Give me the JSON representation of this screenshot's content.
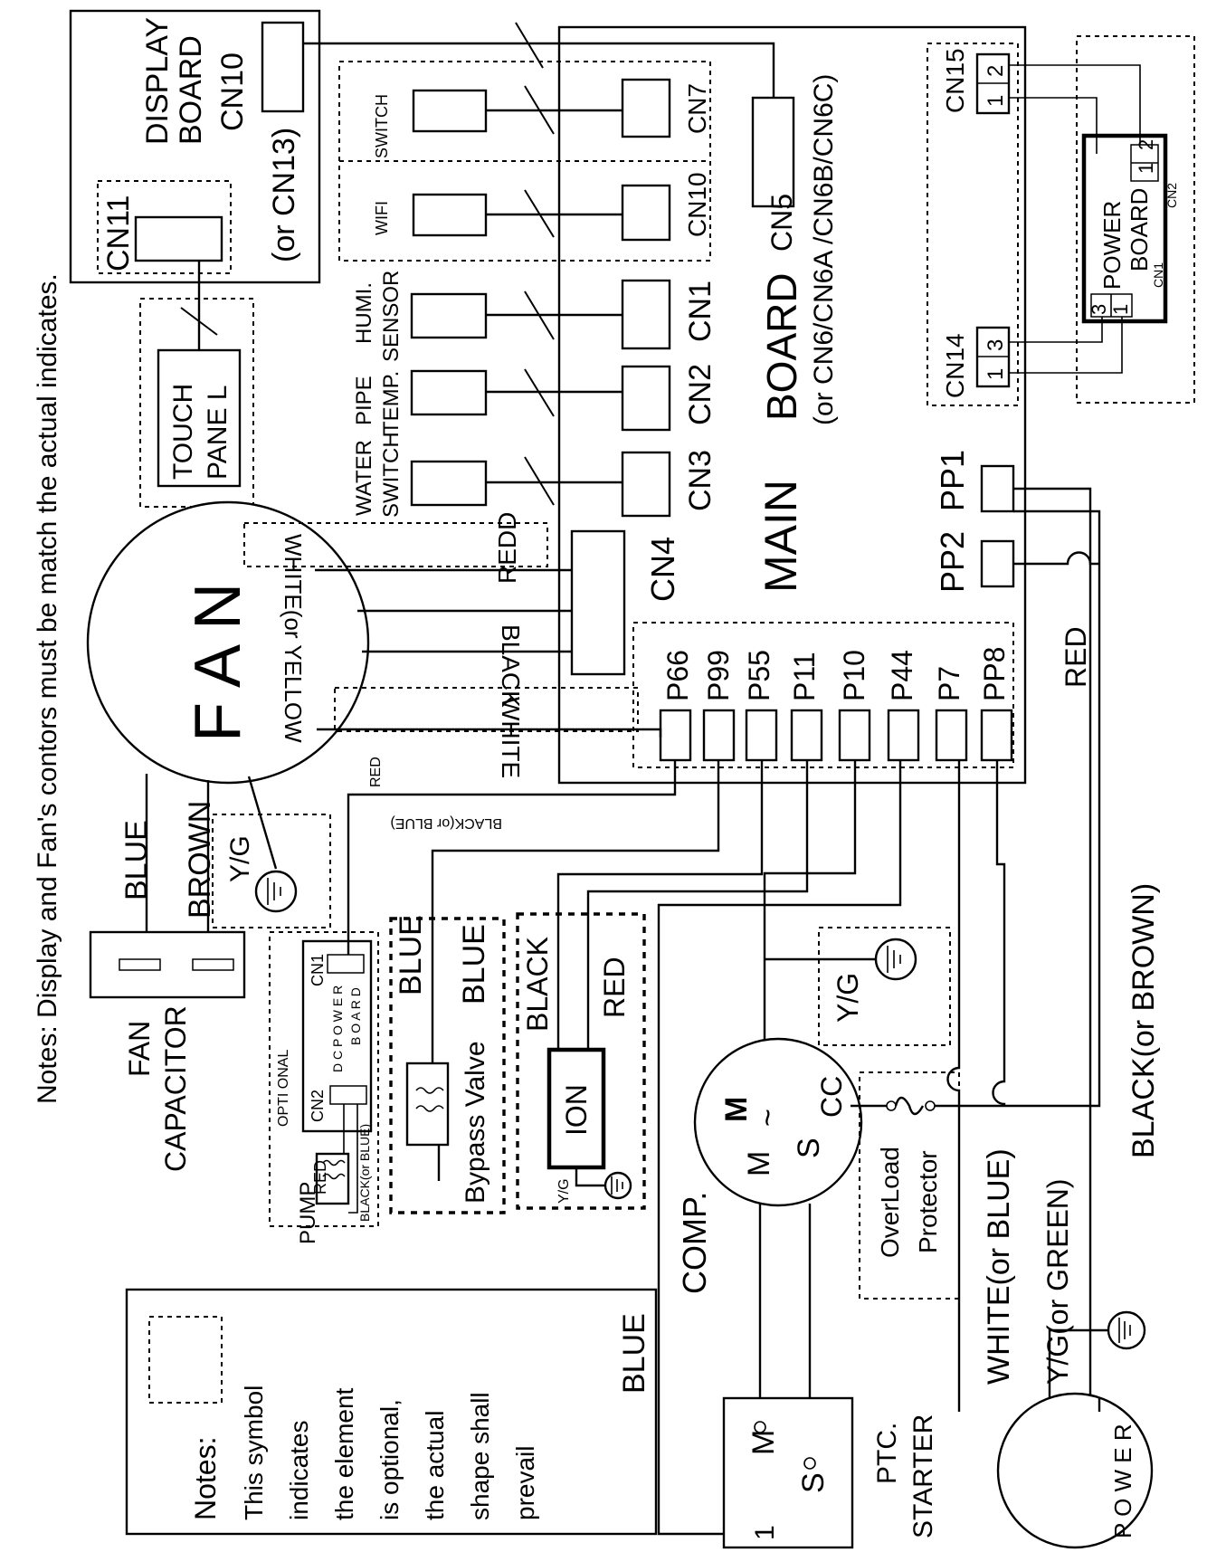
{
  "notes_top": "Notes: Display and Fan's contors must be match the actual indicates.",
  "display_board": {
    "title1": "DISPLAY",
    "title2": "BOARD",
    "cn10": "CN10",
    "cn13": "(or CN13)",
    "cn11": "CN11"
  },
  "touch_panel": {
    "line1": "TOUCH",
    "line2": "PANE L"
  },
  "sensors": {
    "switch": "SWITCH",
    "cn7": "CN7",
    "wifi": "WIFI",
    "cn10": "CN10",
    "humi1": "HUMI.",
    "humi2": "SENSOR",
    "cn1": "CN1",
    "pipe1": "PIPE",
    "pipe2": "TEMP.",
    "cn2": "CN2",
    "water1": "WATER",
    "water2": "SWITCH",
    "cn3": "CN3"
  },
  "main_board": {
    "cn5": "CN5",
    "board_label": "BOARD",
    "board_alt": "(or CN6/CN6A /CN6B/CN6C)",
    "main_label": "MAIN",
    "cn4": "CN4",
    "pp2": "PP2",
    "pp1": "PP1",
    "pins": [
      "P66",
      "P99",
      "P55",
      "P11",
      "P10",
      "P44",
      "P7",
      "PP8"
    ]
  },
  "power_board": {
    "cn15": "CN15",
    "cn14": "CN14",
    "title1": "POWER",
    "title2": "BOARD",
    "cn1": "CN1",
    "cn2": "CN2",
    "p1": "1",
    "p2": "2",
    "p3": "3"
  },
  "fan": {
    "label": "F A N",
    "w_white_yellow": "WHITE(or YELLOW",
    "w_red": "REDD",
    "w_black": "BLACK",
    "w_white": "WHITE",
    "w_red_small": "RED",
    "w_black_blue": "BLACK(or BLUE)",
    "blue": "BLUE",
    "brown": "BROWN",
    "yg": "Y/G"
  },
  "fan_capacitor": {
    "line1": "FAN",
    "line2": "CAPACITOR"
  },
  "dc_power_board": {
    "optional": "OPTI ONAL",
    "cn1": "CN1",
    "cn2": "CN2",
    "title1": "D C P O W E R",
    "title2": "B O A R D"
  },
  "pump": {
    "label": "PUMP",
    "red": "RED",
    "black_blue": "BLACK(or BLUE)"
  },
  "bypass": {
    "blue1": "BLUE",
    "label": "Bypass Valve",
    "blue2": "BLUE"
  },
  "ion": {
    "black": "BLACK",
    "red": "RED",
    "label": "ION",
    "yg": "Y/G"
  },
  "comp": {
    "label": "COMP.",
    "m": "M",
    "mm": "M",
    "tilde": "~",
    "s": "S",
    "c": "CC",
    "yg": "Y/G"
  },
  "overload": {
    "line1": "OverLoad",
    "line2": "Protector"
  },
  "ptc": {
    "m": "M",
    "s": "S",
    "one": "1",
    "line1": "PTC.",
    "line2": "STARTER"
  },
  "wires": {
    "red_right": "RED",
    "black_brown": "BLACK(or BROWN)",
    "white_blue": "WHITE(or BLUE)",
    "yg_green": "Y/G(or GREEN)",
    "blue_left": "BLUE"
  },
  "power": {
    "label": "P O W E R"
  },
  "notes_legend": {
    "line1": "Notes:",
    "line2": "This symbol",
    "line3": "indicates",
    "line4": "the element",
    "line5": "is optional,",
    "line6": "the actual",
    "line7": "shape shall",
    "line8": "prevail"
  }
}
